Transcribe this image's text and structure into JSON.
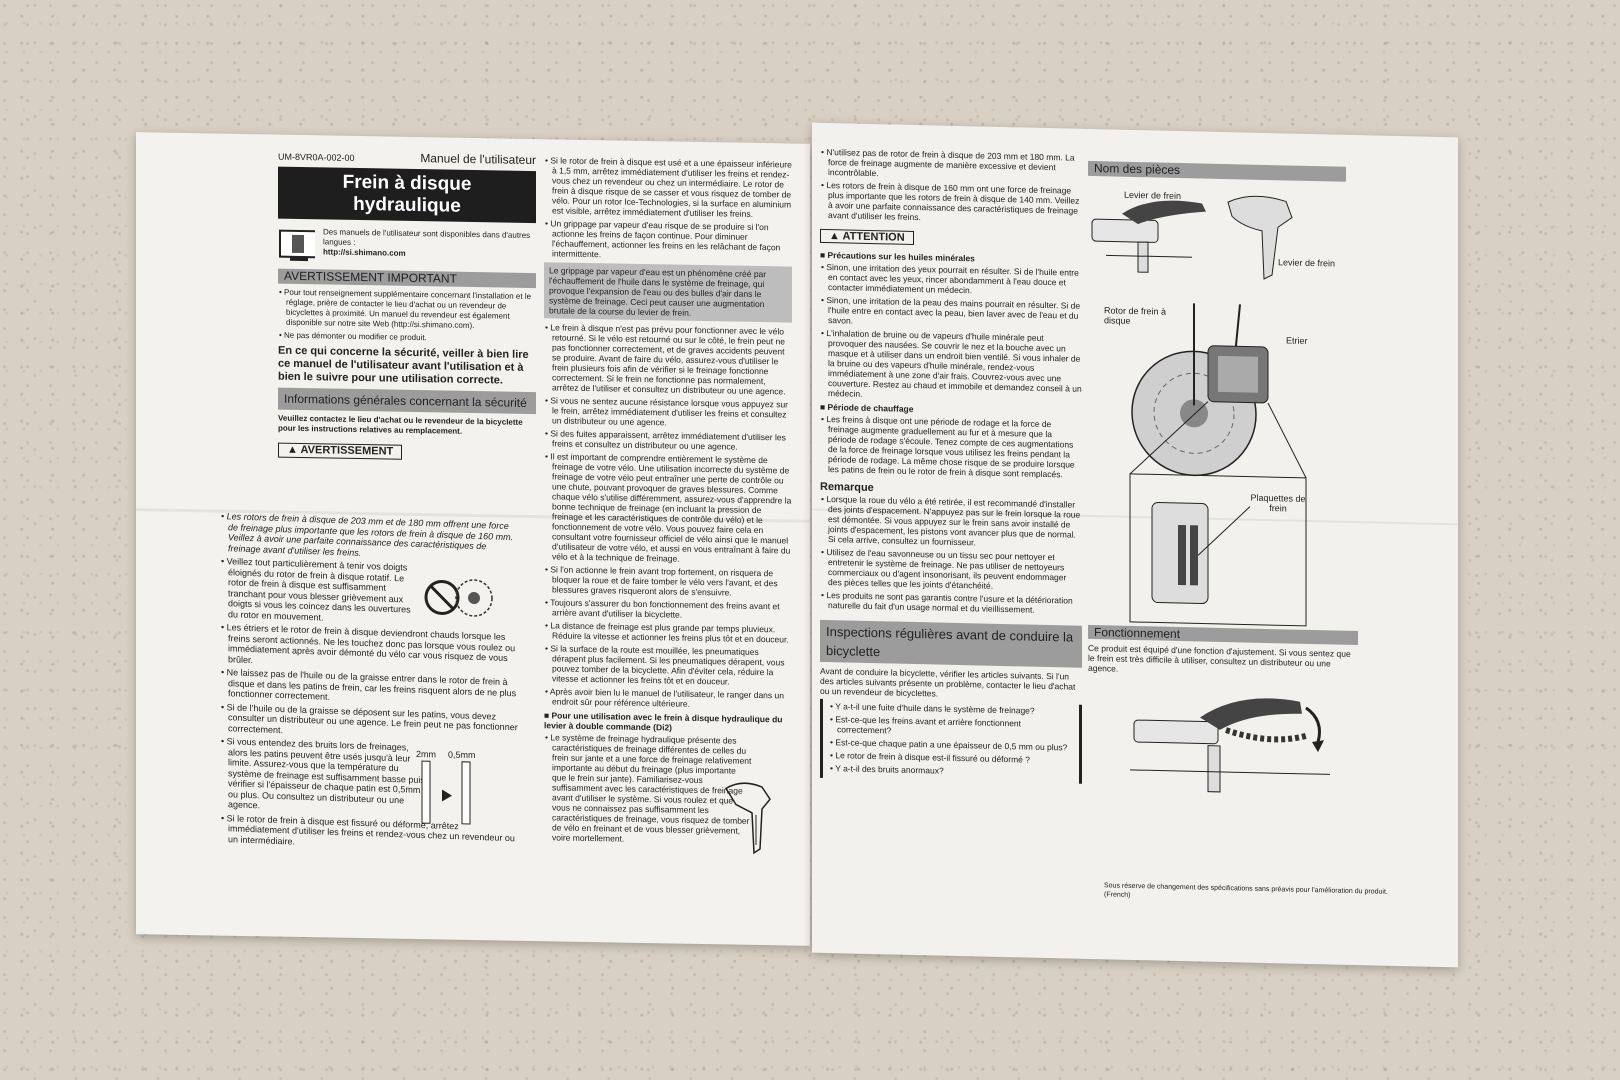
{
  "left": {
    "doc_code": "UM-8VR0A-002-00",
    "manual_label": "Manuel de l'utilisateur",
    "title_line1": "Frein à disque",
    "title_line2": "hydraulique",
    "languages_note": "Des manuels de l'utilisateur sont disponibles dans d'autres langues :",
    "languages_url": "http://si.shimano.com",
    "important_header": "AVERTISSEMENT IMPORTANT",
    "important_bullets": [
      "Pour tout renseignement supplémentaire concernant l'installation et le réglage, prière de contacter le lieu d'achat ou un revendeur de bicyclettes à proximité. Un manuel du revendeur est également disponible sur notre site Web (http://si.shimano.com).",
      "Ne pas démonter ou modifier ce produit."
    ],
    "safety_bold": "En ce qui concerne la sécurité, veiller à bien lire ce manuel de l'utilisateur avant l'utilisation et à bien le suivre pour une utilisation correcte.",
    "general_header": "Informations générales concernant la sécurité",
    "general_text": "Veuillez contactez le lieu d'achat ou le revendeur de la bicyclette pour les instructions relatives au remplacement.",
    "warning_label": "AVERTISSEMENT",
    "warning_bullets": [
      "Les rotors de frein à disque de 203 mm et de 180 mm offrent une force de freinage plus importante que les rotors de frein à disque de 160 mm. Veillez à avoir une parfaite connaissance des caractéristiques de freinage avant d'utiliser les freins.",
      "Veillez tout particulièrement à tenir vos doigts éloignés du rotor de frein à disque rotatif. Le rotor de frein à disque est suffisamment tranchant pour vous blesser grièvement aux doigts si vous les coincez dans les ouvertures du rotor en mouvement.",
      "Les étriers et le rotor de frein à disque deviendront chauds lorsque les freins seront actionnés. Ne les touchez donc pas lorsque vous roulez ou immédiatement après avoir démonté du vélo car vous risquez de vous brûler.",
      "Ne laissez pas de l'huile ou de la graisse entrer dans le rotor de frein à disque et dans les patins de frein, car les freins risquent alors de ne plus fonctionner correctement.",
      "Si de l'huile ou de la graisse se déposent sur les patins, vous devez consulter un distributeur ou une agence. Le frein peut ne pas fonctionner correctement.",
      "Si vous entendez des bruits lors de freinages, alors les patins peuvent être usés jusqu'à leur limite. Assurez-vous que la température du système de freinage est suffisamment basse puis vérifier si l'épaisseur de chaque patin est 0,5mm ou plus. Ou consultez un distributeur ou une agence.",
      "Si le rotor de frein à disque est fissuré ou déformé, arrêtez immédiatement d'utiliser les freins et rendez-vous chez un revendeur ou un intermédiaire."
    ],
    "pad_label_2mm": "2mm",
    "pad_label_05mm": "0,5mm",
    "mid_bullets_top": [
      "Si le rotor de frein à disque est usé et a une épaisseur inférieure à 1,5 mm, arrêtez immédiatement d'utiliser les freins et rendez-vous chez un revendeur ou chez un intermédiaire. Le rotor de frein à disque risque de se casser et vous risquez de tomber de vélo. Pour un rotor Ice-Technologies, si la surface en aluminium est visible, arrêtez immédiatement d'utiliser les freins.",
      "Un grippage par vapeur d'eau risque de se produire si l'on actionne les freins de façon continue. Pour diminuer l'échauffement, actionner les freins en les relâchant de façon intermittente."
    ],
    "vapor_box": "Le grippage par vapeur d'eau est un phénomène créé par l'échauffement de l'huile dans le système de freinage, qui provoque l'expansion de l'eau ou des bulles d'air dans le système de freinage. Ceci peut causer une augmentation brutale de la course du levier de frein.",
    "mid_bullets": [
      "Le frein à disque n'est pas prévu pour fonctionner avec le vélo retourné. Si le vélo est retourné ou sur le côté, le frein peut ne pas fonctionner correctement, et de graves accidents peuvent se produire. Avant de faire du vélo, assurez-vous d'utiliser le frein plusieurs fois afin de vérifier si le freinage fonctionne correctement. Si le frein ne fonctionne pas normalement, arrêtez de l'utiliser et consultez un distributeur ou une agence.",
      "Si vous ne sentez aucune résistance lorsque vous appuyez sur le frein, arrêtez immédiatement d'utiliser les freins et consultez un distributeur ou une agence.",
      "Si des fuites apparaissent, arrêtez immédiatement d'utiliser les freins et consultez un distributeur ou une agence.",
      "Il est important de comprendre entièrement le système de freinage de votre vélo. Une utilisation incorrecte du système de freinage de votre vélo peut entraîner une perte de contrôle ou une chute, pouvant provoquer de graves blessures. Comme chaque vélo s'utilise différemment, assurez-vous d'apprendre la bonne technique de freinage (en incluant la pression de freinage et les caractéristiques de contrôle du vélo) et le fonctionnement de votre vélo. Vous pouvez faire cela en consultant votre fournisseur officiel de vélo ainsi que le manuel d'utilisateur de votre vélo, et aussi en vous entraînant à faire du vélo et à la technique de freinage.",
      "Si l'on actionne le frein avant trop fortement, on risquera de bloquer la roue et de faire tomber le vélo vers l'avant, et des blessures graves risqueront alors de s'ensuivre.",
      "Toujours s'assurer du bon fonctionnement des freins avant et arrière avant d'utiliser la bicyclette.",
      "La distance de freinage est plus grande par temps pluvieux. Réduire la vitesse et actionner les freins plus tôt et en douceur.",
      "Si la surface de la route est mouillée, les pneumatiques dérapent plus facilement. Si les pneumatiques dérapent, vous pouvez tomber de la bicyclette. Afin d'éviter cela, réduire la vitesse et actionner les freins tôt et en douceur.",
      "Après avoir bien lu le manuel de l'utilisateur, le ranger dans un endroit sûr pour référence ultérieure."
    ],
    "di2_header": "Pour une utilisation avec le frein à disque hydraulique du levier à double commande (Di2)",
    "di2_bullet": "Le système de freinage hydraulique présente des caractéristiques de freinage différentes de celles du frein sur jante et a une force de freinage relativement importante au début du freinage (plus importante que le frein sur jante). Familiarisez-vous suffisamment avec les caractéristiques de freinage avant d'utiliser le système. Si vous roulez et que vous ne connaissez pas suffisamment les caractéristiques de freinage, vous risquez de tomber de vélo en freinant et de vous blesser grièvement, voire mortellement."
  },
  "right": {
    "top_bullets": [
      "N'utilisez pas de rotor de frein à disque de 203 mm et 180 mm. La force de freinage augmente de manière excessive et devient incontrôlable.",
      "Les rotors de frein à disque de 160 mm ont une force de freinage plus importante que les rotors de frein à disque de 140 mm. Veillez à avoir une parfaite connaissance des caractéristiques de freinage avant d'utiliser les freins."
    ],
    "attention_label": "ATTENTION",
    "mineral_header": "Précautions sur les huiles minérales",
    "mineral_bullets": [
      "Sinon, une irritation des yeux pourrait en résulter. Si de l'huile entre en contact avec les yeux, rincer abondamment à l'eau douce et contacter immédiatement un médecin.",
      "Sinon, une irritation de la peau des mains pourrait en résulter. Si de l'huile entre en contact avec la peau, bien laver avec de l'eau et du savon.",
      "L'inhalation de bruine ou de vapeurs d'huile minérale peut provoquer des nausées. Se couvrir le nez et la bouche avec un masque et à utiliser dans un endroit bien ventilé. Si vous inhaler de la bruine ou des vapeurs d'huile minérale, rendez-vous immédiatement à une zone d'air frais. Couvrez-vous avec une couverture. Restez au chaud et immobile et demandez conseil à un médecin."
    ],
    "heating_header": "Période de chauffage",
    "heating_bullet": "Les freins à disque ont une période de rodage et la force de freinage augmente graduellement au fur et à mesure que la période de rodage s'écoule. Tenez compte de ces augmentations de la force de freinage lorsque vous utilisez les freins pendant la période de rodage. La même chose risque de se produire lorsque les patins de frein ou le rotor de frein à disque sont remplacés.",
    "remarque_header": "Remarque",
    "remarque_bullets": [
      "Lorsque la roue du vélo a été retirée, il est recommandé d'installer des joints d'espacement. N'appuyez pas sur le frein lorsque la roue est démontée. Si vous appuyez sur le frein sans avoir installé de joints d'espacement, les pistons vont avancer plus que de normal. Si cela arrive, consultez un fournisseur.",
      "Utilisez de l'eau savonneuse ou un tissu sec pour nettoyer et entretenir le système de freinage. Ne pas utiliser de nettoyeurs commerciaux ou d'agent insonorisant, ils peuvent endommager des pièces telles que les joints d'étanchéité.",
      "Les produits ne sont pas garantis contre l'usure et la détérioration naturelle du fait d'un usage normal et du vieillissement."
    ],
    "inspections_header": "Inspections régulières avant de conduire la bicyclette",
    "inspections_text": "Avant de conduire la bicyclette, vérifier les articles suivants. Si l'un des articles suivants présente un problème, contacter le lieu d'achat ou un revendeur de bicyclettes.",
    "inspections_bullets": [
      "Y a-t-il une fuite d'huile dans le système de freinage?",
      "Est-ce-que les freins avant et arrière fonctionnent correctement?",
      "Est-ce-que chaque patin a une épaisseur de 0,5 mm ou plus?",
      "Le rotor de frein à disque est-il fissuré ou déformé ?",
      "Y a-t-il des bruits anormaux?"
    ],
    "parts_header": "Nom des pièces",
    "label_lever1": "Levier de frein",
    "label_lever2": "Levier de frein",
    "label_rotor": "Rotor de frein à disque",
    "label_caliper": "Etrier",
    "label_pads": "Plaquettes de frein",
    "function_header": "Fonctionnement",
    "function_text": "Ce produit est équipé d'une fonction d'ajustement. Si vous sentez que le frein est très difficile à utiliser, consultez un distributeur ou une agence.",
    "footer": "Sous réserve de changement des spécifications sans préavis pour l'amélioration du produit. (French)"
  }
}
